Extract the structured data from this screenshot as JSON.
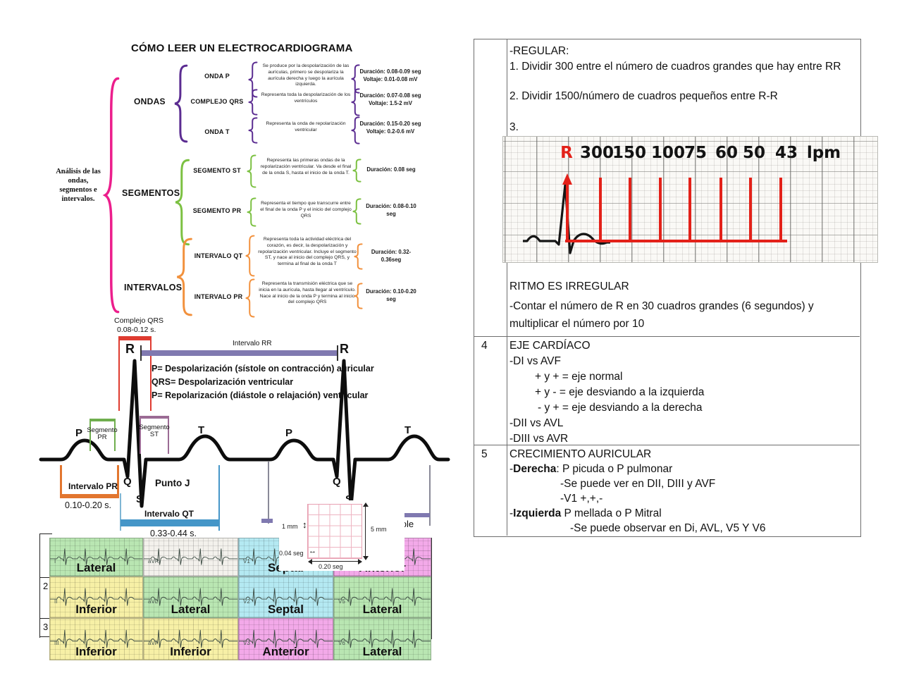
{
  "title": "CÓMO LEER UN ELECTROCARDIOGRAMA",
  "mindmap": {
    "root": "Análisis de las ondas, segmentos e intervalos.",
    "ondas": {
      "label": "ONDAS",
      "items": [
        {
          "name": "ONDA P",
          "desc": "Se produce por la despolarización de las aurículas, primero se despolariza la aurícula derecha y luego la aurícula izquierda.",
          "dur": "Duración: 0.08-0.09 seg",
          "volt": "Voltaje: 0.01-0.08 mV"
        },
        {
          "name": "COMPLEJO QRS",
          "desc": "Representa toda la despolarización de los ventrículos",
          "dur": "Duración: 0.07-0.08 seg",
          "volt": "Voltaje: 1.5-2 mV"
        },
        {
          "name": "ONDA T",
          "desc": "Representa la onda de repolarización ventricular",
          "dur": "Duración: 0.15-0.20 seg",
          "volt": "Voltaje: 0.2-0.6 mV"
        }
      ]
    },
    "segmentos": {
      "label": "SEGMENTOS",
      "items": [
        {
          "name": "SEGMENTO ST",
          "desc": "Representa las primeras ondas de la repolarización ventricular. Va desde el final de la onda S, hasta el inicio de la onda T.",
          "dur": "Duración: 0.08 seg"
        },
        {
          "name": "SEGMENTO PR",
          "desc": "Representa el tiempo que transcurre entre el final de la onda P y el inicio del complejo QRS",
          "dur": "Duración: 0.08-0.10 seg"
        }
      ]
    },
    "intervalos": {
      "label": "INTERVALOS",
      "items": [
        {
          "name": "INTERVALO QT",
          "desc": "Representa toda la actividad eléctrica del corazón, es decir, la despolarización y repolarización ventricular. Incluye el segmento ST, y nace al inicio del complejo QRS, y termina al final de la onda T",
          "dur": "Duración: 0.32-0.36seg"
        },
        {
          "name": "INTERVALO PR",
          "desc": "Representa la transmisión eléctrica que se inicia en la aurícula, hasta llegar al ventrículo. Nace al inicio de la onda P y termina al inicio del complejo QRS",
          "dur": "Duración: 0.10-0.20 seg"
        }
      ]
    }
  },
  "diagram": {
    "complejo_qrs": "Complejo QRS",
    "qrs_range": "0.08-0.12 s.",
    "intervalo_rr": "Intervalo RR",
    "legend1": "P= Despolarización (sístole on contracción) auricular",
    "legend2": "QRS= Despolarización ventricular",
    "legend3": "P= Repolarización (diástole o relajación) ventricular",
    "segmento_pr": "Segmento PR",
    "segmento_st": "Segmento ST",
    "p": "P",
    "q": "Q",
    "r": "R",
    "s": "S",
    "t": "T",
    "punto_j": "Punto J",
    "intervalo_pr": "Intervalo PR",
    "pr_range": "0.10-0.20 s.",
    "intervalo_qt": "Intervalo QT",
    "qt_range": "0.33-0.44 s.",
    "diastole_partial": "ístole",
    "mm1": "1 mm",
    "mm5": "5 mm",
    "seg004": "0.04 seg",
    "seg020": "0.20 seg"
  },
  "hr": {
    "r": "R",
    "v": [
      "300",
      "150",
      "100",
      "75",
      "60",
      "50",
      "43"
    ],
    "unit": "lpm"
  },
  "leads": {
    "frag_rows": [
      "2",
      "3"
    ],
    "cells": [
      {
        "lead": "I",
        "region": "Lateral"
      },
      {
        "lead": "aVR",
        "region": ""
      },
      {
        "lead": "V1",
        "region": "Septal"
      },
      {
        "lead": "",
        "region": "Anterior"
      },
      {
        "lead": "II",
        "region": "Inferior"
      },
      {
        "lead": "aVL",
        "region": "Lateral"
      },
      {
        "lead": "V2",
        "region": "Septal"
      },
      {
        "lead": "V5",
        "region": "Lateral"
      },
      {
        "lead": "III",
        "region": "Inferior"
      },
      {
        "lead": "aVF",
        "region": "Inferior"
      },
      {
        "lead": "V3",
        "region": "Anterior"
      },
      {
        "lead": "V6",
        "region": "Lateral"
      }
    ]
  },
  "table": {
    "row1": {
      "num": "",
      "l1": "-REGULAR:",
      "l2": "1. Dividir 300 entre el número de cuadros grandes que hay entre RR",
      "l3": "2. Dividir 1500/número de cuadros pequeños entre R-R",
      "l4": "3.",
      "l5": "RITMO ES IRREGULAR",
      "l6": "-Contar el número de R en 30 cuadros grandes (6 segundos) y multiplicar el número por 10"
    },
    "row4": {
      "num": "4",
      "l1": "EJE CARDÍACO",
      "l2": "-DI vs AVF",
      "l3": "+ y + = eje normal",
      "l4": "+ y - = eje desviando a la izquierda",
      "l5": "- y + = eje desviando a la derecha",
      "l6": "-DII vs AVL",
      "l7": "-DIII vs AVR"
    },
    "row5": {
      "num": "5",
      "l1": "CRECIMIENTO AURICULAR",
      "derecha": "Derecha",
      "derecha_rest": ": P picuda o P pulmonar",
      "l3": "-Se puede ver en DII, DIII y AVF",
      "l4": "-V1 +,+,-",
      "izquierda": "Izquierda",
      "izquierda_rest": " P mellada o P Mitral",
      "l6": "-Se puede observar en Di, AVL, V5 Y V6"
    }
  }
}
